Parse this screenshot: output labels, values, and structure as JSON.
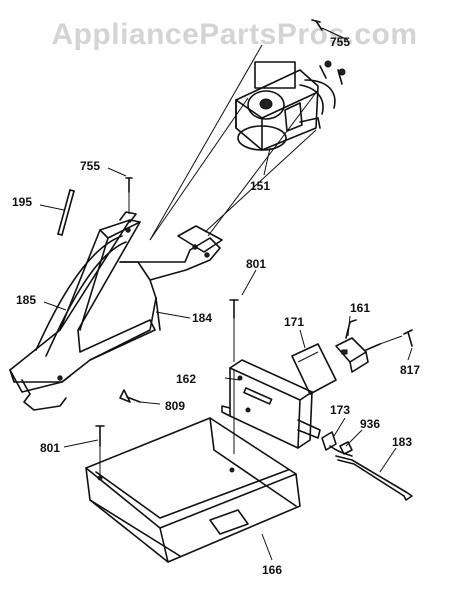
{
  "watermark": "AppliancePartsPros.com",
  "parts": {
    "p755a": "755",
    "p755b": "755",
    "p151": "151",
    "p195": "195",
    "p185": "185",
    "p184": "184",
    "p801a": "801",
    "p801b": "801",
    "p161": "161",
    "p171": "171",
    "p817": "817",
    "p162": "162",
    "p809": "809",
    "p173": "173",
    "p936": "936",
    "p183": "183",
    "p166": "166"
  }
}
